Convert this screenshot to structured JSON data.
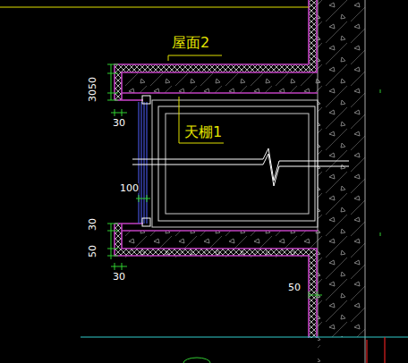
{
  "diagram": {
    "labels": [
      "屋面2",
      "50",
      "30",
      "30",
      "天棚1",
      "100",
      "30",
      "50",
      "30",
      "50"
    ]
  }
}
